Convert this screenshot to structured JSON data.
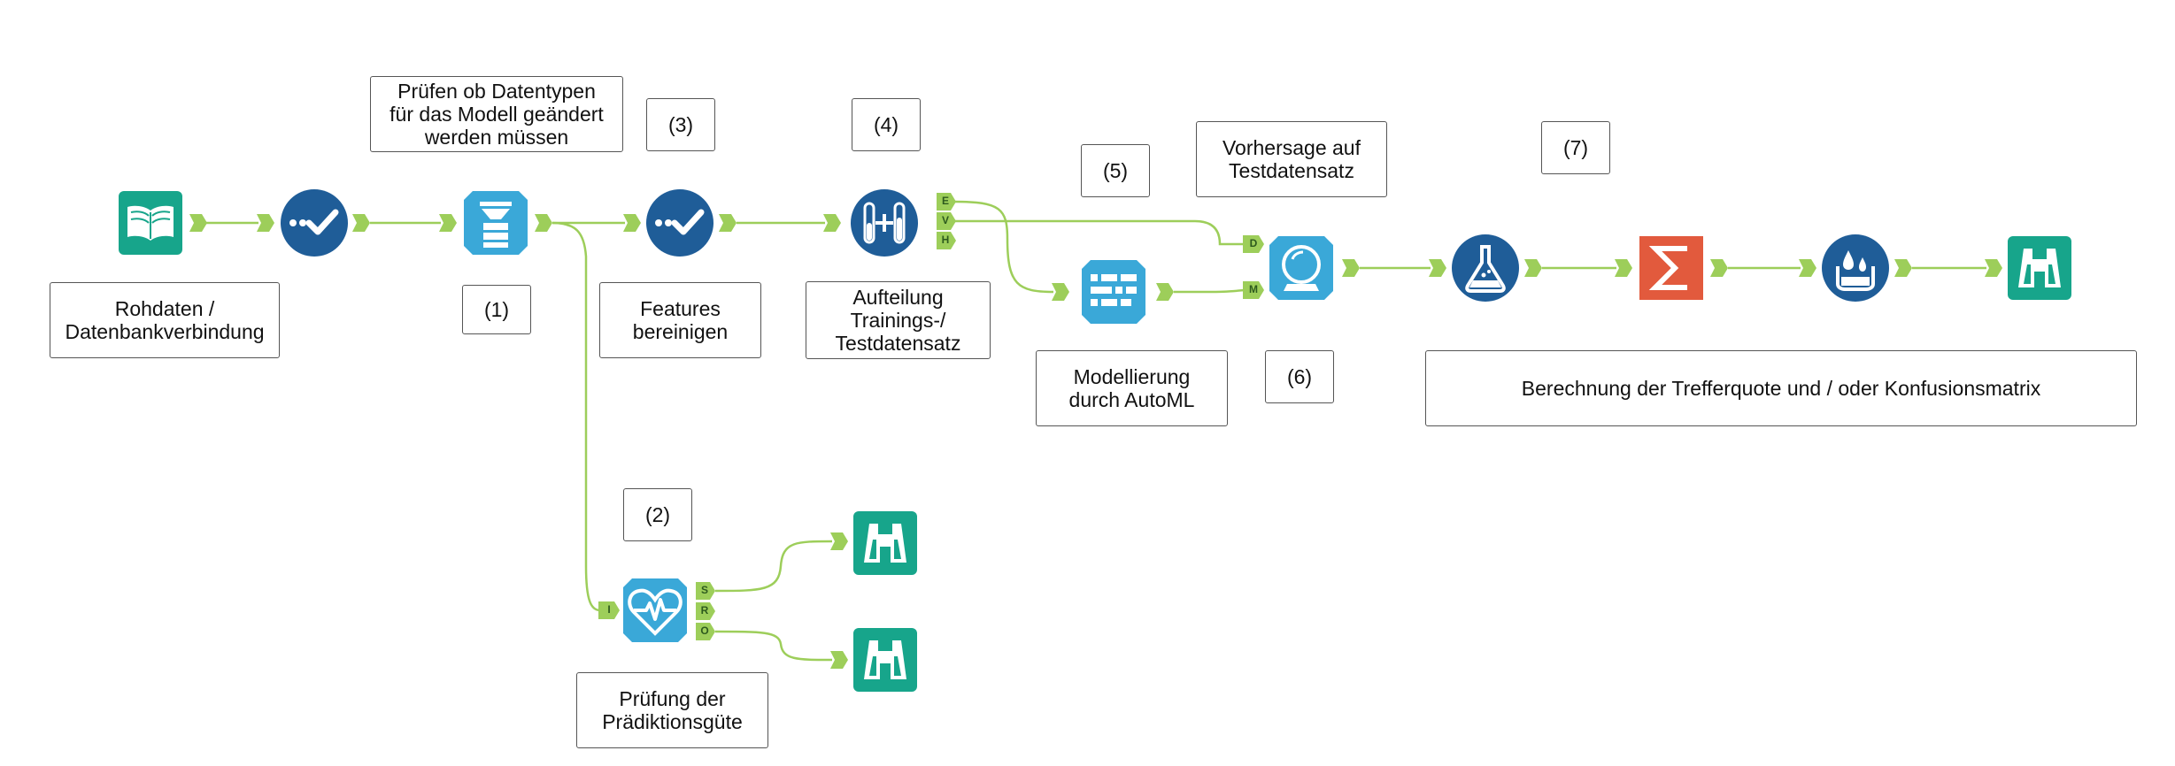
{
  "colors": {
    "connector": "#9dce5a",
    "anchor": "#9dce5a",
    "teal": "#17a58b",
    "navy": "#1f5d98",
    "lightblue": "#3aa8d8",
    "orange": "#e25a3d"
  },
  "nodes": {
    "input": {
      "icon": "book-icon"
    },
    "select1": {
      "icon": "checkmark-dots-icon"
    },
    "field_info": {
      "icon": "field-info-icon"
    },
    "select2": {
      "icon": "checkmark-dots-icon"
    },
    "split": {
      "icon": "test-tubes-plus-icon",
      "ports": [
        "E",
        "V",
        "H"
      ]
    },
    "automl": {
      "icon": "automl-icon"
    },
    "health": {
      "icon": "heart-pulse-icon",
      "ports_in": [
        "I"
      ],
      "ports_out": [
        "S",
        "R",
        "O"
      ]
    },
    "browse_s": {
      "icon": "binoculars-icon"
    },
    "browse_o": {
      "icon": "binoculars-icon"
    },
    "predict": {
      "icon": "crystal-ball-icon",
      "ports": [
        "D",
        "M"
      ]
    },
    "formula": {
      "icon": "flask-icon"
    },
    "summarize": {
      "icon": "sigma-icon"
    },
    "cleanse": {
      "icon": "data-cleansing-icon"
    },
    "browse_final": {
      "icon": "binoculars-icon"
    }
  },
  "labels": {
    "rohdaten": "Rohdaten /\nDatenbankverbindung",
    "pruefen": "Prüfen ob Datentypen\nfür das Modell geändert\nwerden müssen",
    "step1": "(1)",
    "step2": "(2)",
    "step3": "(3)",
    "step4": "(4)",
    "step5": "(5)",
    "step6": "(6)",
    "step7": "(7)",
    "features": "Features\nbereinigen",
    "aufteilung": "Aufteilung\nTrainings-/\nTestdatensatz",
    "modellierung": "Modellierung\ndurch AutoML",
    "vorhersage": "Vorhersage auf\nTestdatensatz",
    "pruefung": "Prüfung der\nPrädiktionsgüte",
    "berechnung": "Berechnung der Trefferquote und / oder Konfusionsmatrix"
  }
}
